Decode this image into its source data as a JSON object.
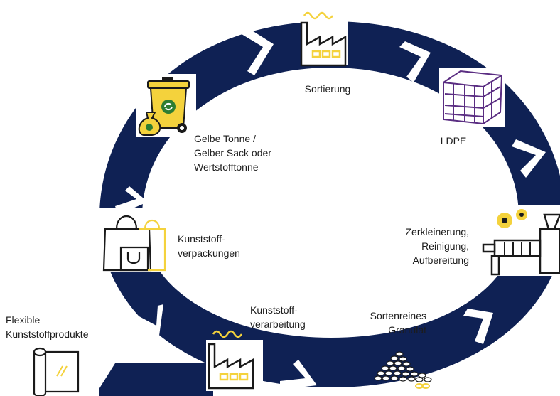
{
  "colors": {
    "ring": "#0f2154",
    "accent": "#f4d23c",
    "outline": "#1a1a1a",
    "purple": "#5a2d82",
    "recycle_green": "#2e7d32",
    "background": "#ffffff"
  },
  "nodes": [
    {
      "id": "sortierung",
      "lines": [
        "Sortierung"
      ],
      "icon": "factory-icon"
    },
    {
      "id": "ldpe",
      "lines": [
        "LDPE"
      ],
      "icon": "plastic-bale-icon"
    },
    {
      "id": "zerkleinerung",
      "lines": [
        "Zerkleinerung,",
        "Reinigung,",
        "Aufbereitung"
      ],
      "icon": "extruder-machine-icon"
    },
    {
      "id": "granulat",
      "lines": [
        "Sortenreines",
        "Granulat"
      ],
      "icon": "granulate-pile-icon"
    },
    {
      "id": "verarbeitung",
      "lines": [
        "Kunststoff-",
        "verarbeitung"
      ],
      "icon": "factory-icon"
    },
    {
      "id": "verpackungen",
      "lines": [
        "Kunststoff-",
        "verpackungen"
      ],
      "icon": "shopping-bags-icon"
    },
    {
      "id": "gelbe_tonne",
      "lines": [
        "Gelbe Tonne /",
        "Gelber Sack oder",
        "Wertstofftonne"
      ],
      "icon": "yellow-bin-icon"
    }
  ],
  "output": {
    "lines": [
      "Flexible",
      "Kunststoffprodukte"
    ],
    "icon": "film-roll-icon"
  }
}
